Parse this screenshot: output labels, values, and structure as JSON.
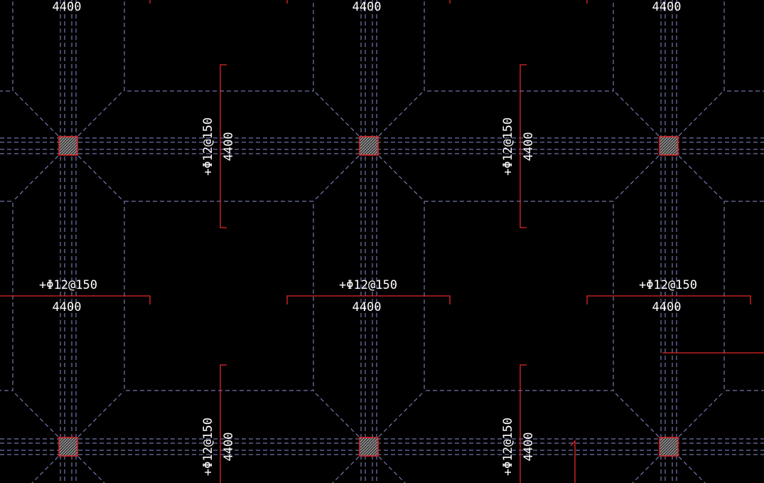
{
  "drawing": {
    "colors": {
      "background": "#000000",
      "grid_line": "#8a8fd0",
      "rebar_line": "#e3262b",
      "text": "#ffffff",
      "column_hatch": "#bfbfbf"
    },
    "rebar_label": "+Φ12@150",
    "span_label": "4400",
    "horizontal_rebar_labels": [
      {
        "rebar": "+Φ12@150",
        "span": "4400"
      },
      {
        "rebar": "+Φ12@150",
        "span": "4400"
      },
      {
        "rebar": "+Φ12@150",
        "span": "4400"
      }
    ],
    "vertical_rebar_labels": [
      {
        "rebar": "+Φ12@150",
        "span": "4400"
      },
      {
        "rebar": "+Φ12@150",
        "span": "4400"
      },
      {
        "rebar": "+Φ12@150",
        "span": "4400"
      },
      {
        "rebar": "+Φ12@150",
        "span": "4400"
      }
    ],
    "top_span_labels": [
      "4400",
      "4400",
      "4400"
    ]
  }
}
